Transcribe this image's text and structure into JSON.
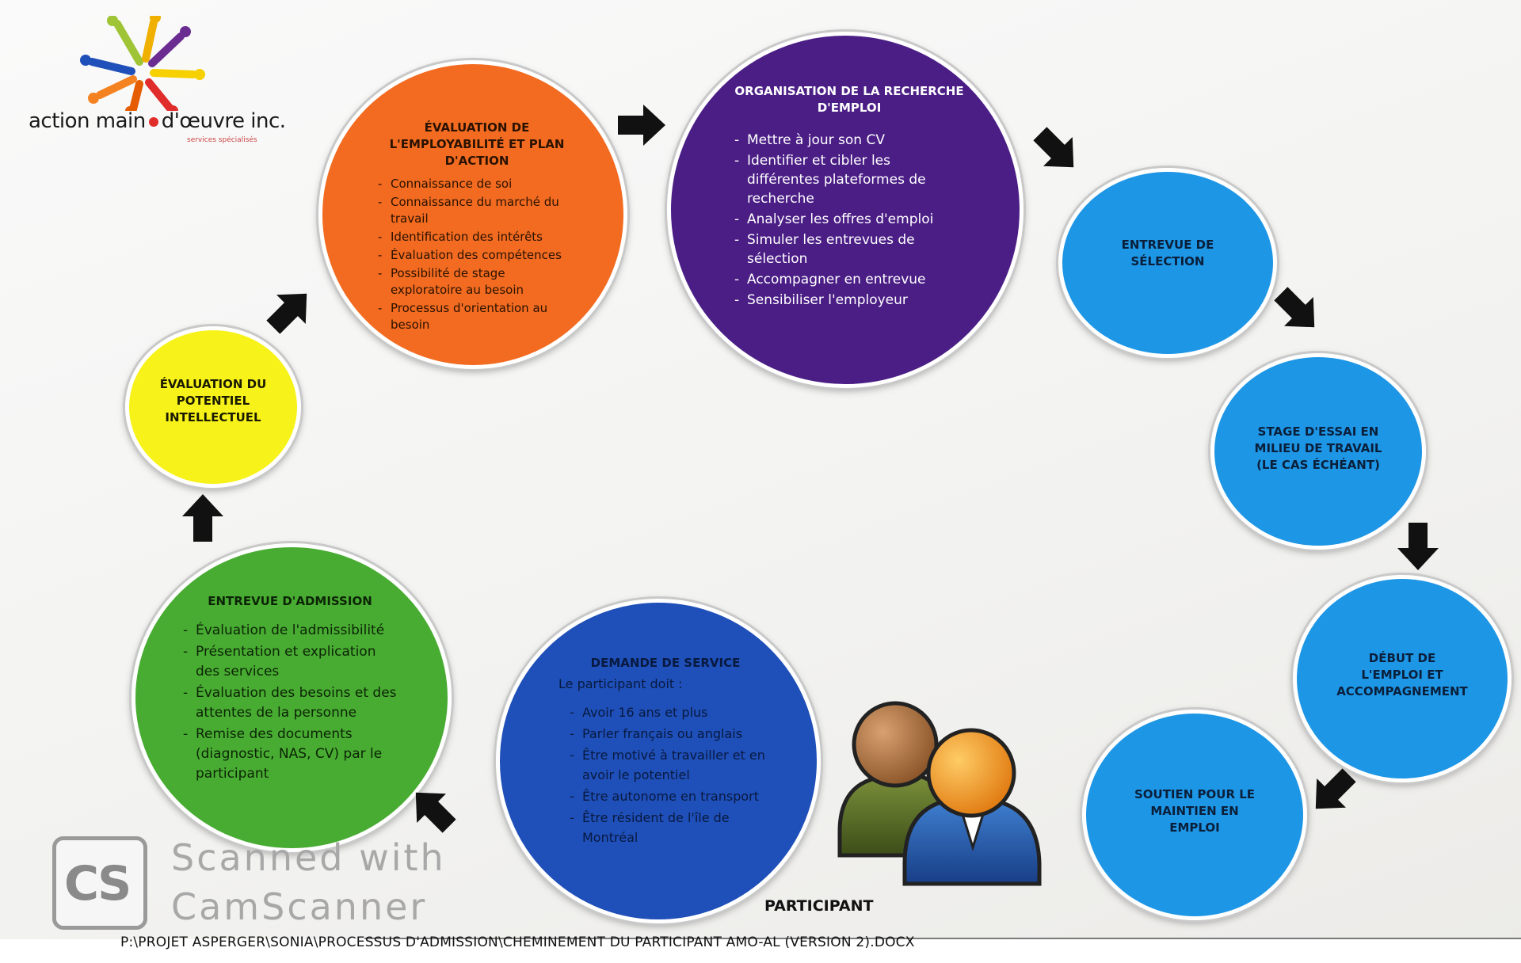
{
  "logo": {
    "name_left": "action main",
    "name_right": "d'œuvre inc.",
    "tagline": "services spécialisés"
  },
  "steps": [
    {
      "id": "evaluation-employabilite",
      "title": "ÉVALUATION DE L'EMPLOYABILITÉ ET PLAN D'ACTION",
      "items": [
        "Connaissance de soi",
        "Connaissance du marché du travail",
        "Identification des intérêts",
        "Évaluation des compétences",
        "Possibilité de stage exploratoire au besoin",
        "Processus d'orientation au besoin"
      ],
      "color": "#f26b21"
    },
    {
      "id": "organisation-recherche",
      "title": "ORGANISATION DE LA RECHERCHE D'EMPLOI",
      "items": [
        "Mettre à jour son CV",
        "Identifier et cibler les différentes plateformes de recherche",
        "Analyser les offres d'emploi",
        "Simuler les entrevues de sélection",
        "Accompagner en entrevue",
        "Sensibiliser l'employeur"
      ],
      "color": "#4b1e86"
    },
    {
      "id": "entrevue-selection",
      "title": "ENTREVUE DE SÉLECTION",
      "color": "#1e96e6"
    },
    {
      "id": "stage-essai",
      "title": "STAGE D'ESSAI EN MILIEU DE TRAVAIL (LE CAS ÉCHÉANT)",
      "color": "#1e96e6"
    },
    {
      "id": "debut-emploi",
      "title": "DÉBUT DE L'EMPLOI ET ACCOMPAGNEMENT",
      "color": "#1e96e6"
    },
    {
      "id": "soutien-maintien",
      "title": "SOUTIEN POUR LE MAINTIEN EN EMPLOI",
      "color": "#1e96e6"
    },
    {
      "id": "demande-service",
      "title": "DEMANDE DE SERVICE",
      "subtitle": "Le participant doit :",
      "items": [
        "Avoir 16 ans et plus",
        "Parler français ou anglais",
        "Être motivé à travailler et en avoir le potentiel",
        "Être autonome en transport",
        "Être résident de l'île de Montréal"
      ],
      "color": "#1f4fb8"
    },
    {
      "id": "entrevue-admission",
      "title": "ENTREVUE D'ADMISSION",
      "items": [
        "Évaluation de l'admissibilité",
        "Présentation et explication des services",
        "Évaluation des besoins et des attentes de la personne",
        "Remise des documents (diagnostic, NAS, CV) par le participant"
      ],
      "color": "#48ac32"
    },
    {
      "id": "evaluation-potentiel",
      "title": "ÉVALUATION DU POTENTIEL INTELLECTUEL",
      "color": "#f7f21a"
    }
  ],
  "participant_label": "PARTICIPANT",
  "file_path": "P:\\PROJET ASPERGER\\SONIA\\PROCESSUS D'ADMISSION\\CHEMINEMENT DU PARTICIPANT AMO-AL (VERSION 2).DOCX",
  "watermark": {
    "badge": "CS",
    "line1": "Scanned with",
    "line2": "CamScanner"
  }
}
